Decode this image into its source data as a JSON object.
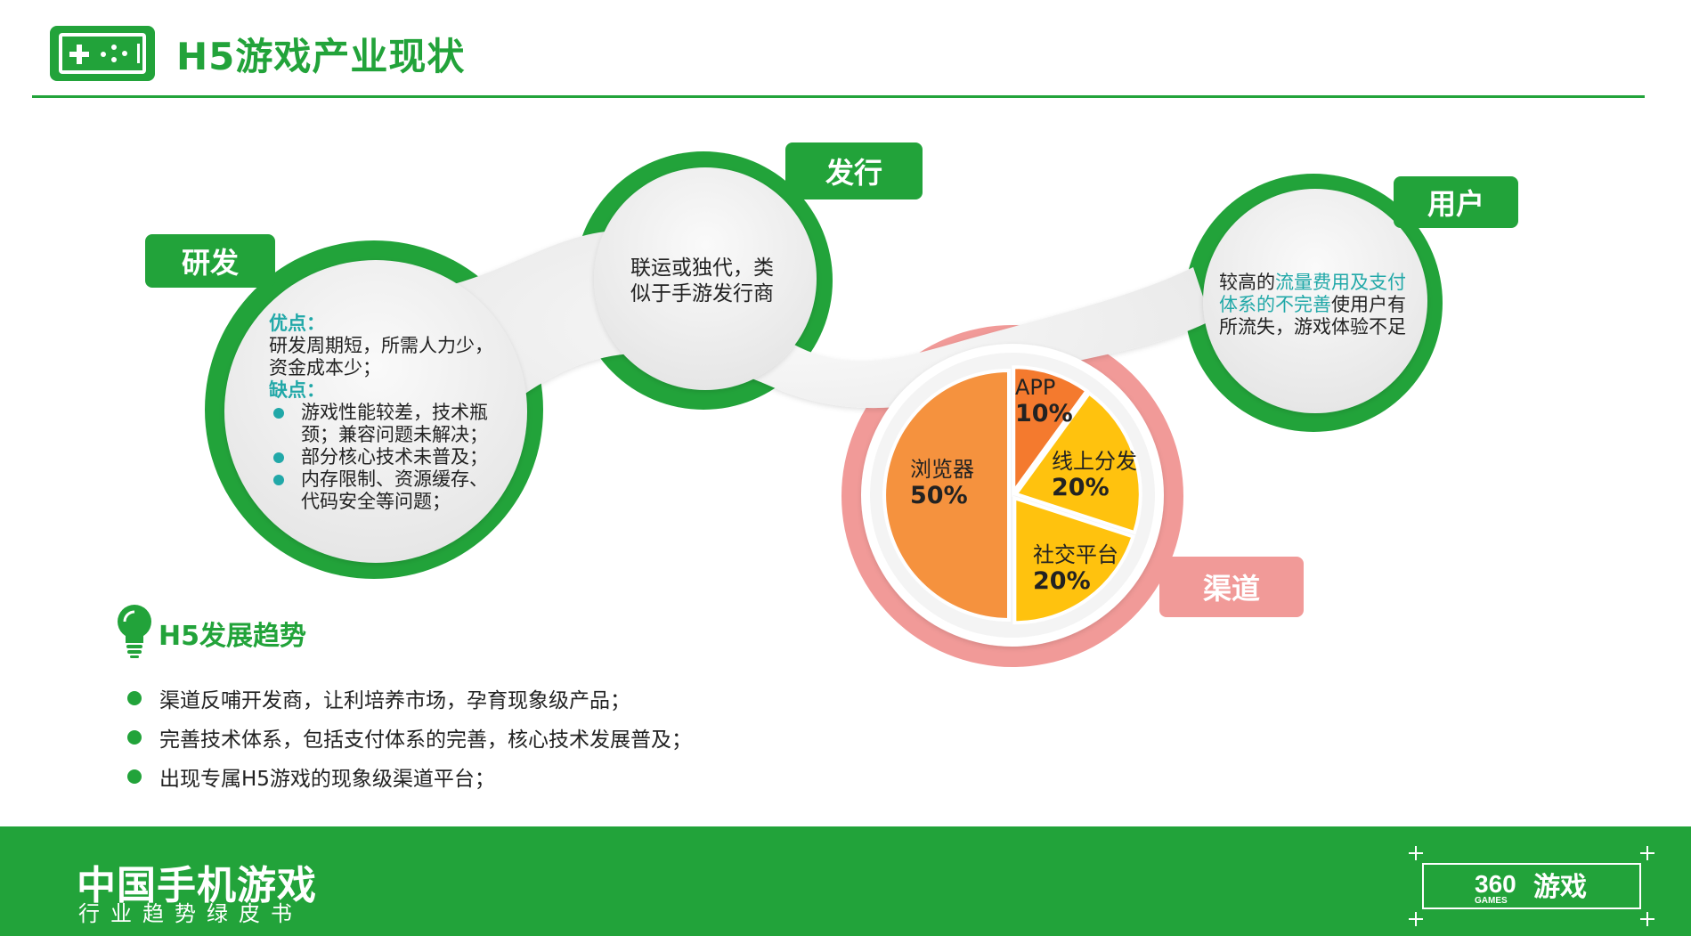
{
  "header": {
    "title": "H5游戏产业现状"
  },
  "stages": {
    "dev": {
      "tag": "研发",
      "pros_label": "优点：",
      "pros": [
        "研发周期短，所需人力少，",
        "资金成本少；"
      ],
      "cons_label": "缺点：",
      "cons": [
        [
          "游戏性能较差，技术瓶",
          "颈；兼容问题未解决；"
        ],
        [
          "部分核心技术未普及；"
        ],
        [
          "内存限制、资源缓存、",
          "代码安全等问题；"
        ]
      ]
    },
    "publish": {
      "tag": "发行",
      "lines": [
        "联运或独代，类",
        "似于手游发行商"
      ]
    },
    "user": {
      "tag": "用户",
      "line1_prefix": "较高的",
      "line1_highlight": "流量费用及支付",
      "line2_highlight": "体系的不完善",
      "line2_suffix": "使用户有",
      "line3": "所流失，游戏体验不足"
    },
    "channel": {
      "tag": "渠道"
    }
  },
  "chart_data": {
    "type": "pie",
    "slices": [
      {
        "label": "APP",
        "value": 10,
        "display": "10%",
        "color": "#f47a2e"
      },
      {
        "label": "线上分发",
        "value": 20,
        "display": "20%",
        "color": "#ffc20e"
      },
      {
        "label": "社交平台",
        "value": 20,
        "display": "20%",
        "color": "#ffc20e"
      },
      {
        "label": "浏览器",
        "value": 50,
        "display": "50%",
        "color": "#f5923e"
      }
    ]
  },
  "trends": {
    "title": "H5发展趋势",
    "items": [
      "渠道反哺开发商，让利培养市场，孕育现象级产品；",
      "完善技术体系，包括支付体系的完善，核心技术发展普及；",
      "出现专属H5游戏的现象级渠道平台；"
    ]
  },
  "footer": {
    "title": "中国手机游戏",
    "subtitle": "行业趋势绿皮书",
    "logo_number": "360",
    "logo_small": "GAMES",
    "logo_text": "游戏"
  },
  "colors": {
    "brand_green": "#22a33a",
    "teal": "#21a8a8",
    "channel_pink": "#f19a98",
    "app_orange": "#f47a2e",
    "yellow": "#ffc20e",
    "browser_orange": "#f5923e"
  },
  "icons": [
    "gamepad-icon",
    "lightbulb-icon",
    "360-games-logo"
  ]
}
